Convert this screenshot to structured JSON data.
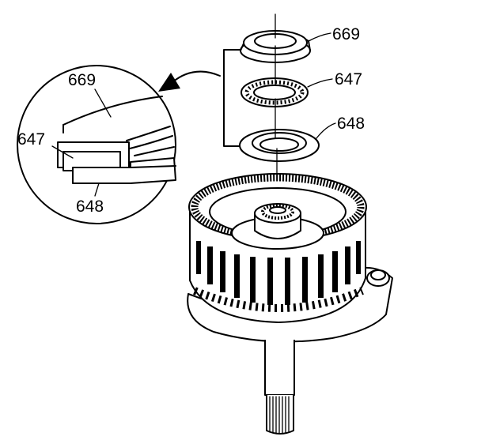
{
  "callouts": {
    "washer_top": "669",
    "bearing": "647",
    "washer_bottom": "648"
  },
  "detail": {
    "washer_top": "669",
    "bearing": "647",
    "washer_bottom": "648"
  }
}
